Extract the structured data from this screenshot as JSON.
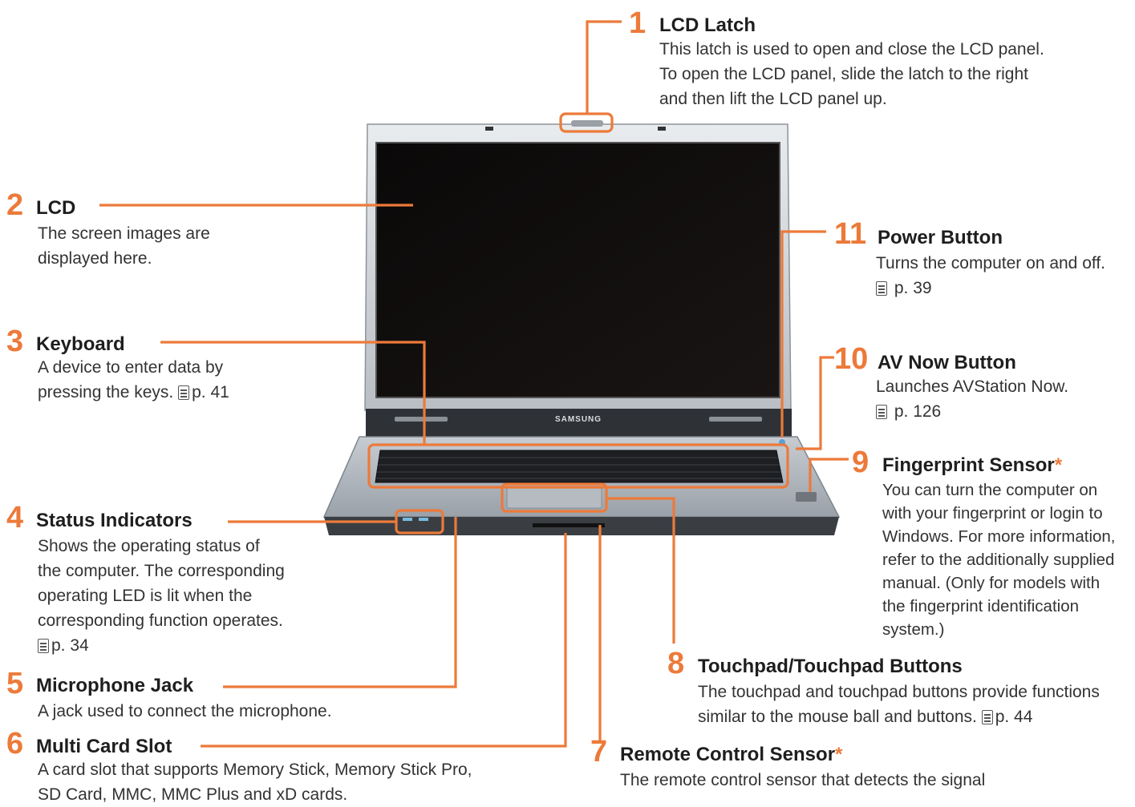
{
  "laptop": {
    "brand": "SAMSUNG"
  },
  "callouts": [
    {
      "id": "lcd-latch",
      "number": "1",
      "title": "LCD Latch",
      "asterisk": false,
      "lines": [
        "This latch is used to open and close the LCD panel.",
        "To open the LCD panel, slide the latch to the right",
        "and then lift the LCD panel up."
      ],
      "page_ref": ""
    },
    {
      "id": "lcd",
      "number": "2",
      "title": "LCD",
      "asterisk": false,
      "lines": [
        "The screen images are",
        "displayed here."
      ],
      "page_ref": ""
    },
    {
      "id": "keyboard",
      "number": "3",
      "title": "Keyboard",
      "asterisk": false,
      "lines": [
        "A device to enter data by",
        "pressing the keys."
      ],
      "page_ref": "p. 41"
    },
    {
      "id": "status-indicators",
      "number": "4",
      "title": "Status Indicators",
      "asterisk": false,
      "lines": [
        "Shows the operating status of",
        "the computer. The corresponding",
        "operating LED is lit when the",
        "corresponding function operates."
      ],
      "page_ref": "p. 34"
    },
    {
      "id": "microphone-jack",
      "number": "5",
      "title": "Microphone Jack",
      "asterisk": false,
      "lines": [
        "A jack used to connect the microphone."
      ],
      "page_ref": ""
    },
    {
      "id": "multi-card-slot",
      "number": "6",
      "title": "Multi Card Slot",
      "asterisk": false,
      "lines": [
        "A card slot that supports Memory Stick, Memory Stick Pro,",
        "SD Card, MMC, MMC Plus and xD cards."
      ],
      "page_ref": ""
    },
    {
      "id": "remote-control-sensor",
      "number": "7",
      "title": "Remote Control Sensor",
      "asterisk": true,
      "lines": [
        "The remote control sensor that detects the signal"
      ],
      "page_ref": ""
    },
    {
      "id": "touchpad",
      "number": "8",
      "title": "Touchpad/Touchpad Buttons",
      "asterisk": false,
      "lines": [
        "The touchpad and touchpad buttons provide functions",
        "similar to the mouse ball and buttons."
      ],
      "page_ref": "p. 44"
    },
    {
      "id": "fingerprint-sensor",
      "number": "9",
      "title": "Fingerprint Sensor",
      "asterisk": true,
      "lines": [
        "You can turn the computer on",
        "with your fingerprint or login to",
        "Windows. For more information,",
        "refer to the additionally supplied",
        "manual. (Only for models with",
        "the fingerprint identification",
        "system.)"
      ],
      "page_ref": ""
    },
    {
      "id": "av-now-button",
      "number": "10",
      "title": "AV Now Button",
      "asterisk": false,
      "lines": [
        "Launches AVStation Now."
      ],
      "page_ref": "p. 126"
    },
    {
      "id": "power-button",
      "number": "11",
      "title": "Power Button",
      "asterisk": false,
      "lines": [
        "Turns the computer on and off."
      ],
      "page_ref": "p. 39"
    }
  ],
  "colors": {
    "accent": "#ec7a3a",
    "text": "#333333"
  }
}
